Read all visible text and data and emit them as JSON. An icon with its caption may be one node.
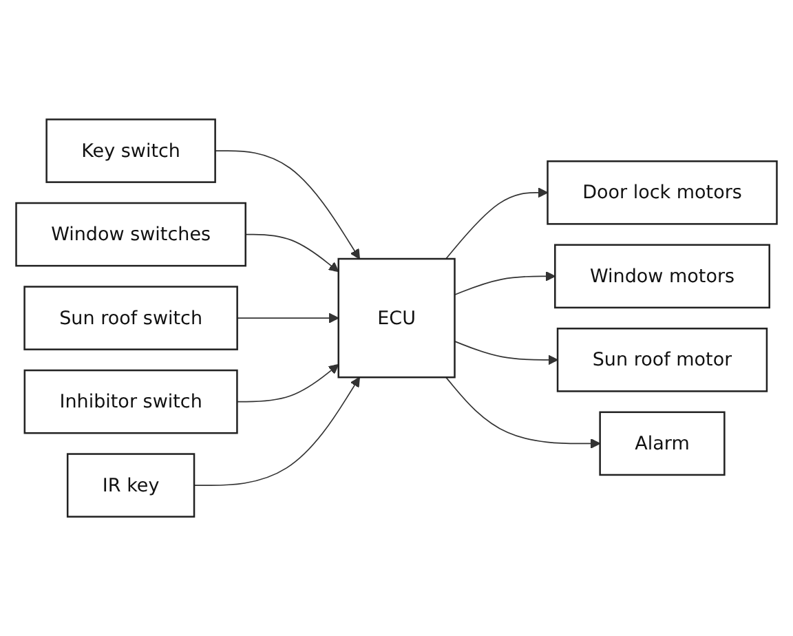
{
  "diagram": {
    "nodes": [
      {
        "text": [
          "Key switch"
        ]
      },
      {
        "text": [
          "Window switches"
        ]
      },
      {
        "text": [
          "Sun roof switch"
        ]
      },
      {
        "text": [
          "Inhibitor switch"
        ]
      },
      {
        "text": [
          "IR key"
        ]
      },
      {
        "text": [
          "ECU"
        ]
      },
      {
        "text": [
          "Door lock motors"
        ]
      },
      {
        "text": [
          "Window motors"
        ]
      },
      {
        "text": [
          "Sun roof motor"
        ]
      },
      {
        "text": [
          "Alarm"
        ]
      }
    ],
    "edges": [
      {
        "from": 0,
        "to": 5,
        "arrow": "to"
      },
      {
        "from": 1,
        "to": 5,
        "arrow": "to"
      },
      {
        "from": 2,
        "to": 5,
        "arrow": "to"
      },
      {
        "from": 3,
        "to": 5,
        "arrow": "to"
      },
      {
        "from": 4,
        "to": 5,
        "arrow": "to"
      },
      {
        "from": 5,
        "to": 6,
        "arrow": "to"
      },
      {
        "from": 5,
        "to": 7,
        "arrow": "to"
      },
      {
        "from": 5,
        "to": 8,
        "arrow": "to"
      },
      {
        "from": 5,
        "to": 9,
        "arrow": "to"
      }
    ]
  }
}
